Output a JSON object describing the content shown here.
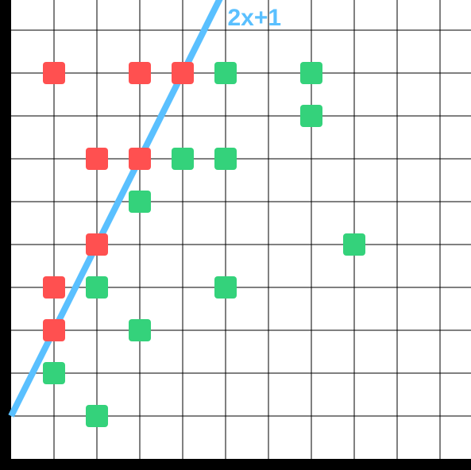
{
  "chart_data": {
    "type": "scatter",
    "title": "",
    "xlabel": "",
    "ylabel": "",
    "xlim": [
      0,
      10.5
    ],
    "ylim": [
      0,
      10.5
    ],
    "grid": true,
    "legend": "none",
    "colors": {
      "positive": "#34d27b",
      "negative": "#ff5050",
      "line": "#5ac0ff",
      "grid": "#000000",
      "axis": "#000000"
    },
    "series": [
      {
        "values": [
          {
            "x": 5,
            "y": 9
          },
          {
            "x": 7,
            "y": 9
          },
          {
            "x": 7,
            "y": 8
          },
          {
            "x": 4,
            "y": 7
          },
          {
            "x": 5,
            "y": 7
          },
          {
            "x": 3,
            "y": 6
          },
          {
            "x": 8,
            "y": 5
          },
          {
            "x": 2,
            "y": 4
          },
          {
            "x": 5,
            "y": 4
          },
          {
            "x": 3,
            "y": 3
          },
          {
            "x": 1,
            "y": 2
          },
          {
            "x": 2,
            "y": 1
          }
        ]
      },
      {
        "values": [
          {
            "x": 1,
            "y": 9
          },
          {
            "x": 3,
            "y": 9
          },
          {
            "x": 4,
            "y": 9
          },
          {
            "x": 2,
            "y": 7
          },
          {
            "x": 3,
            "y": 7
          },
          {
            "x": 2,
            "y": 5
          },
          {
            "x": 1,
            "y": 4
          },
          {
            "x": 1,
            "y": 3
          }
        ]
      }
    ],
    "annotations": [
      {
        "text": "2x+1",
        "expression": {
          "slope": 2,
          "intercept": 1
        }
      }
    ]
  }
}
